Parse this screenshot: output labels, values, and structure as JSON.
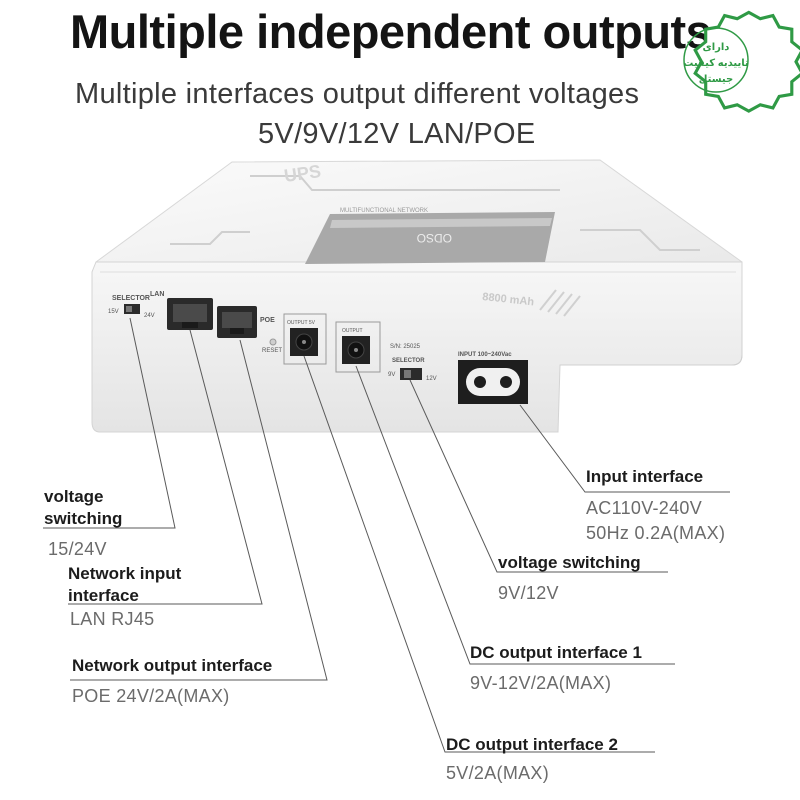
{
  "headline": "Multiple independent outputs",
  "subtitle_line1": "Multiple interfaces output different voltages",
  "subtitle_line2": "5V/9V/12V LAN/POE",
  "device": {
    "top_logo": "UPS",
    "top_plate": "ODSO",
    "top_small": "MULTIFUNCTIONAL NETWORK",
    "capacity": "8800 mAh",
    "lan": "LAN",
    "selector_left": "SELECTOR",
    "sel_15": "15V",
    "sel_24": "24V",
    "poe": "POE",
    "reset": "RESET",
    "output_5v": "OUTPUT 5V",
    "output": "OUTPUT",
    "sn": "S/N: 25025",
    "selector_right": "SELECTOR",
    "sel_9": "9V",
    "sel_12": "12V",
    "input": "INPUT 100~240Vac"
  },
  "callouts": {
    "voltage_switching_left": {
      "label_line1": "voltage",
      "label_line2": "switching",
      "value": "15/24V"
    },
    "network_input": {
      "label_line1": "Network input",
      "label_line2": "interface",
      "value": "LAN RJ45"
    },
    "network_output": {
      "label": "Network output interface",
      "value": "POE 24V/2A(MAX)"
    },
    "input_interface": {
      "label": "Input interface",
      "value_line1": "AC110V-240V",
      "value_line2": "50Hz 0.2A(MAX)"
    },
    "voltage_switching_right": {
      "label": "voltage switching",
      "value": "9V/12V"
    },
    "dc_output_1": {
      "label": "DC output interface 1",
      "value": "9V-12V/2A(MAX)"
    },
    "dc_output_2": {
      "label": "DC output interface 2",
      "value": "5V/2A(MAX)"
    }
  },
  "seal": {
    "line1": "دارای",
    "line2": "تاییدیه کیفیت",
    "line3": "جیستل"
  },
  "colors": {
    "seal_green": "#2f9a45",
    "leader_line": "#5a5a5a",
    "device_body": "#f2f2f2"
  }
}
